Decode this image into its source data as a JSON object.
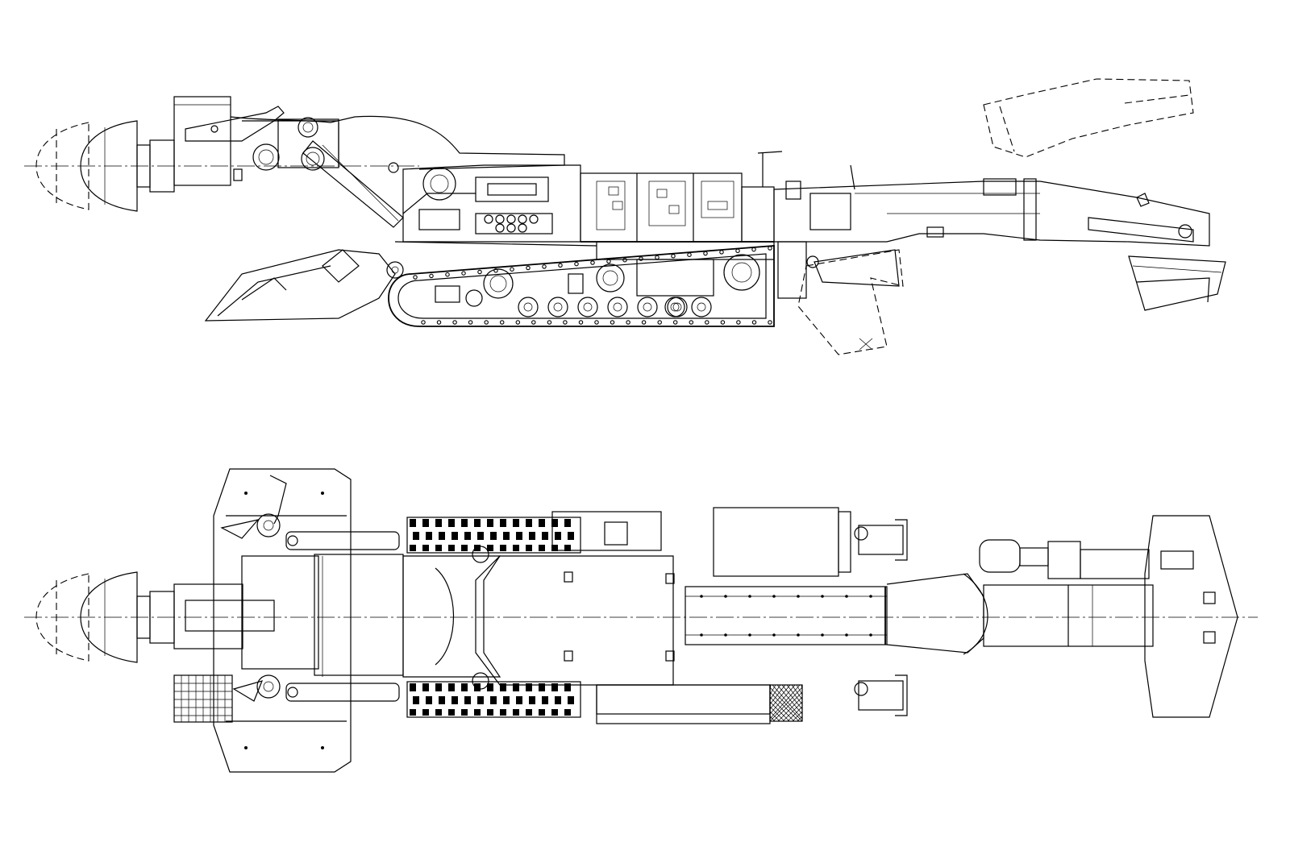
{
  "drawing": {
    "views": [
      {
        "id": "side-elevation"
      },
      {
        "id": "plan-view"
      }
    ],
    "colors": {
      "ink": "#000000",
      "paper": "#ffffff"
    },
    "side_track_bolts": 46,
    "road_wheels": 6
  }
}
